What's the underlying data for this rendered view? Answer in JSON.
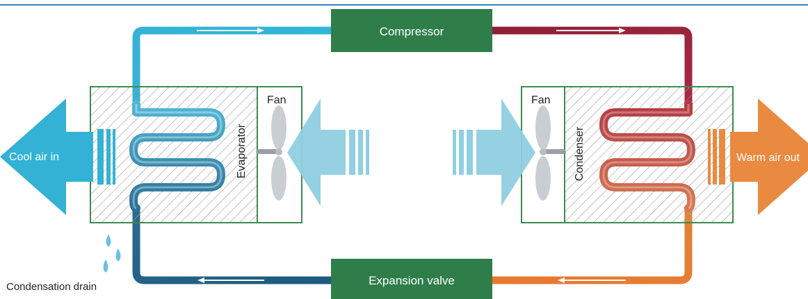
{
  "labels": {
    "compressor": "Compressor",
    "expansion_valve": "Expansion valve",
    "evaporator": "Evaporator",
    "condenser": "Condenser",
    "fan_left": "Fan",
    "fan_right": "Fan",
    "cool_air_in": "Cool air in",
    "warm_air_out": "Warm air out",
    "condensation_drain": "Condensation drain"
  },
  "colors": {
    "unit_green": "#2f7e4a",
    "cool_light": "#31b4d6",
    "cool_mid": "#3f8fb2",
    "cool_dark": "#1f5f80",
    "warm_red": "#a3223d",
    "warm_mid": "#c4564e",
    "warm_orange": "#e88034",
    "air_light": "#8fcfe2",
    "air_cool": "#33b2d6",
    "air_warm": "#e98a40",
    "frame": "#3f8a4f",
    "rule": "#2f7fbf"
  }
}
